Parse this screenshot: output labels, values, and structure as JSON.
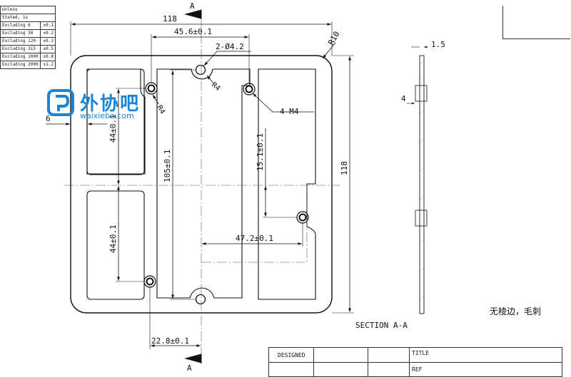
{
  "tolerance_table": {
    "header": [
      "Unless",
      "Stated, 1s"
    ],
    "rows": [
      {
        "label": "Excluding 6",
        "value": "±0.1"
      },
      {
        "label": "Excluding 30",
        "value": "±0.2"
      },
      {
        "label": "Excluding 120",
        "value": "±0.3"
      },
      {
        "label": "Excluding 315",
        "value": "±0.5"
      },
      {
        "label": "Excluding 1000",
        "value": "±0.8"
      },
      {
        "label": "Excluding 2000",
        "value": "±1.2"
      }
    ]
  },
  "dimensions": {
    "overall_width": "118",
    "hole_spacing_top": "45.6±0.1",
    "slot_holes": "2-Ø4.2",
    "corner_radius": "R10",
    "radius_small_top": "R4",
    "radius_small_left": "R4",
    "threaded_holes": "4-M4",
    "edge_offset": "6",
    "upper_vertical": "44±0.1",
    "lower_vertical": "44±0.1",
    "center_vertical": "105±0.1",
    "right_vertical": "15.1±0.1",
    "overall_height": "118",
    "horizontal_offset": "47.2±0.1",
    "bottom_offset": "22.8±0.1",
    "section_thickness": "1.5",
    "section_feature": "4"
  },
  "section_markers": {
    "top": "A",
    "bottom": "A"
  },
  "section_label": "SECTION  A-A",
  "note": "无棱边，毛刺",
  "title_block": {
    "designed": "DESIGNED",
    "title": "TITLE",
    "ref": "REF"
  },
  "logo": {
    "name": "外协吧",
    "url": "waixieba.com"
  }
}
